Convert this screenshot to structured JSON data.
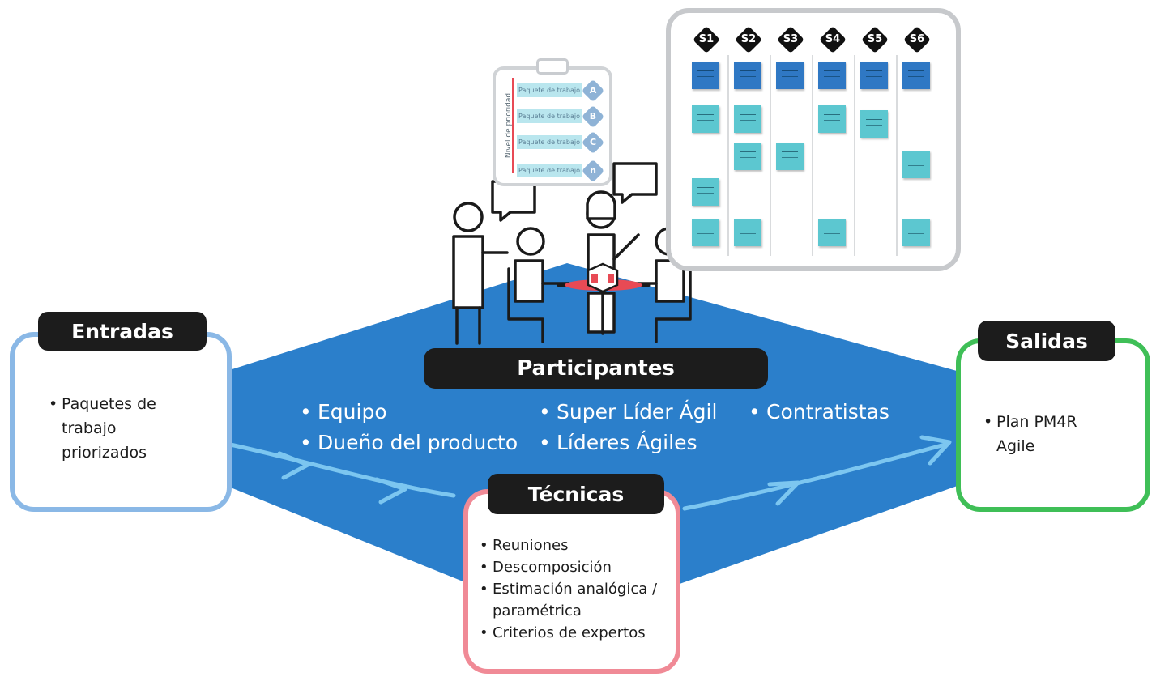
{
  "entradas": {
    "title": "Entradas",
    "items": [
      "Paquetes de trabajo priorizados"
    ]
  },
  "salidas": {
    "title": "Salidas",
    "items": [
      "Plan PM4R Agile"
    ]
  },
  "participantes": {
    "title": "Participantes",
    "col1": [
      "Equipo",
      "Dueño del producto"
    ],
    "col2": [
      "Super Líder Ágil",
      "Líderes Ágiles"
    ],
    "col3": [
      "Contratistas"
    ]
  },
  "tecnicas": {
    "title": "Técnicas",
    "items": [
      "Reuniones",
      "Descomposición",
      "Estimación analógica / paramétrica",
      "Criterios de expertos"
    ]
  },
  "priority_board": {
    "axis_label": "Nivel de prioridad",
    "items": [
      {
        "label": "Paquete de trabajo",
        "letter": "A"
      },
      {
        "label": "Paquete de trabajo",
        "letter": "B"
      },
      {
        "label": "Paquete de trabajo",
        "letter": "C"
      },
      {
        "label": "Paquete de trabajo",
        "letter": "n"
      }
    ]
  },
  "sprint_board": {
    "sprints": [
      "S1",
      "S2",
      "S3",
      "S4",
      "S5",
      "S6"
    ]
  },
  "colors": {
    "blue": "#2b7fcb",
    "entradas_border": "#8ab8e6",
    "salidas_border": "#3fbf57",
    "tecnicas_border": "#f08a96",
    "tag": "#1c1c1c",
    "arrow": "#7cc6f0"
  }
}
